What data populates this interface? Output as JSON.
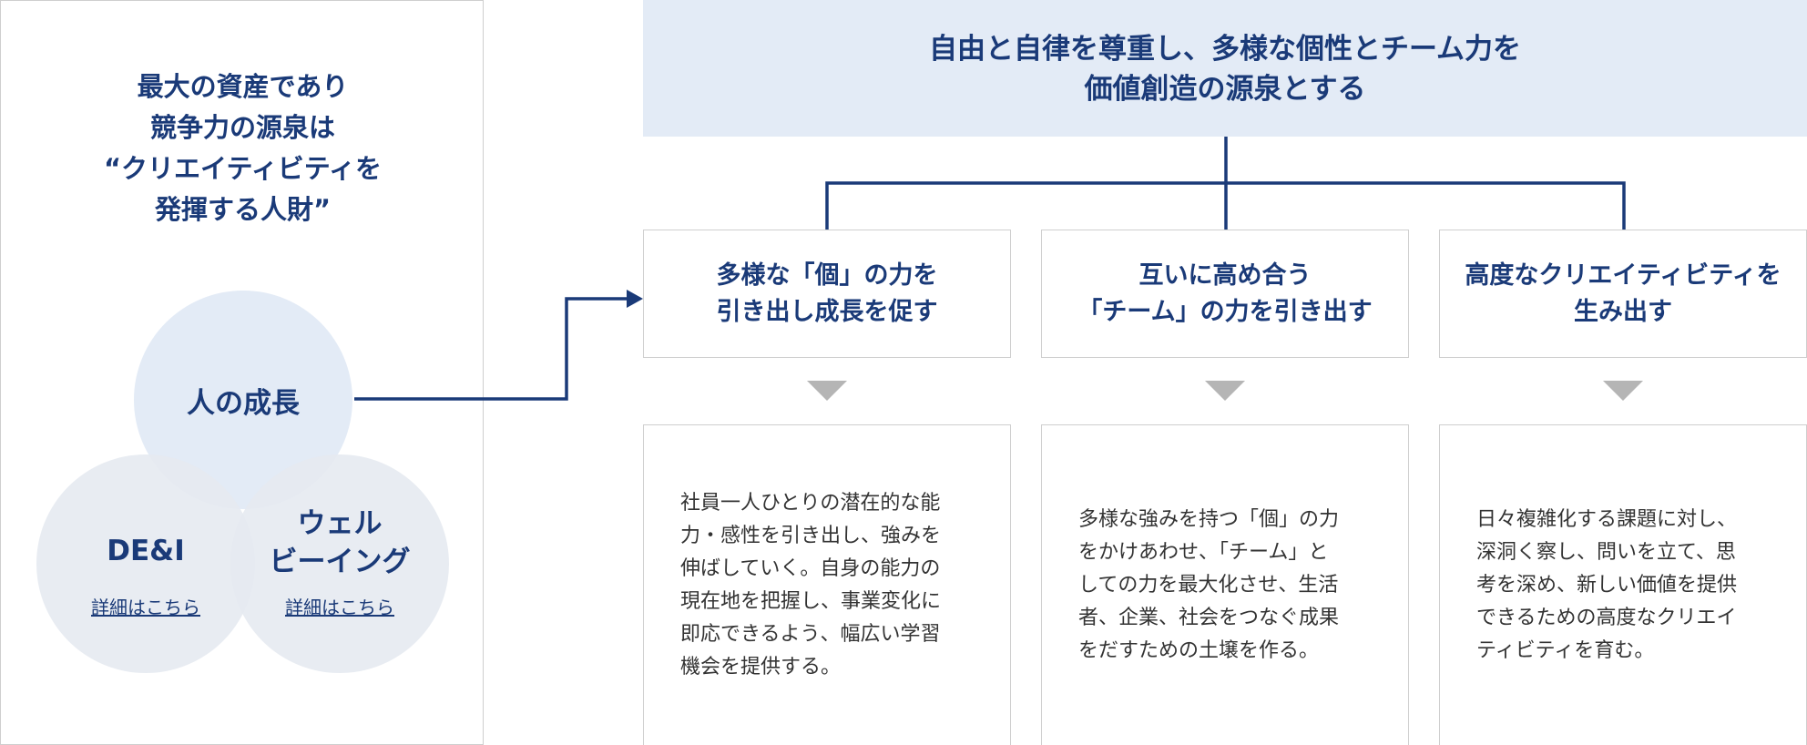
{
  "left_panel": {
    "title_lines": [
      "最大の資産であり",
      "競争力の源泉は",
      "“クリエイティビティを",
      "発揮する人財”"
    ],
    "venn": {
      "top_label": "人の成長",
      "left_label": "DE&I",
      "left_link": "詳細はこちら",
      "right_label_lines": [
        "ウェル",
        "ビーイング"
      ],
      "right_link": "詳細はこちら"
    }
  },
  "banner": {
    "lines": [
      "自由と自律を尊重し、多様な個性とチーム力を",
      "価値創造の源泉とする"
    ]
  },
  "pillars": [
    {
      "title_lines": [
        "多様な「個」の力を",
        "引き出し成長を促す"
      ],
      "desc_lines": [
        "社員一人ひとりの潜在的な能",
        "力・感性を引き出し、強みを",
        "伸ばしていく。自身の能力の",
        "現在地を把握し、事業変化に",
        "即応できるよう、幅広い学習",
        "機会を提供する。"
      ]
    },
    {
      "title_lines": [
        "互いに高め合う",
        "「チーム」の力を引き出す"
      ],
      "desc_lines": [
        "多様な強みを持つ「個」の力",
        "をかけあわせ、「チーム」と",
        "しての力を最大化させ、生活",
        "者、企業、社会をつなぐ成果",
        "をだすための土壌を作る。"
      ]
    },
    {
      "title_lines": [
        "高度なクリエイティビティを",
        "生み出す"
      ],
      "desc_lines": [
        "日々複雑化する課題に対し、",
        "深洞く察し、問いを立て、思",
        "考を深め、新しい価値を提供",
        "できるための高度なクリエイ",
        "ティビティを育む。"
      ]
    }
  ],
  "colors": {
    "navy": "#1a3a78",
    "banner_bg": "#e3ebf6",
    "circle_top": "#e3ebf6",
    "circle_bottom": "#e6eaf1",
    "border": "#cfcfcf",
    "arrow_gray": "#b5b5b5"
  }
}
